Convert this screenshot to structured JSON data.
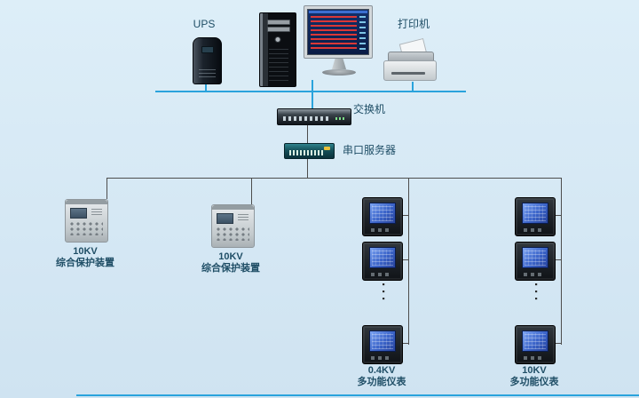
{
  "labels": {
    "ups": "UPS",
    "printer": "打印机",
    "switch": "交换机",
    "serial_server": "串口服务器",
    "protection_a": {
      "line1": "10KV",
      "line2": "综合保护装置"
    },
    "protection_b": {
      "line1": "10KV",
      "line2": "综合保护装置"
    },
    "meter_col_a": {
      "line1": "0.4KV",
      "line2": "多功能仪表"
    },
    "meter_col_b": {
      "line1": "10KV",
      "line2": "多功能仪表"
    },
    "continuation_dots": "···"
  },
  "colors": {
    "bg-top": "#ddeef8",
    "bg-bottom": "#cfe3f1",
    "bus": "#2aa3dc",
    "wire": "#4d4d4d",
    "label": "#1f4e66",
    "meter-screen": "#3a63c8"
  }
}
